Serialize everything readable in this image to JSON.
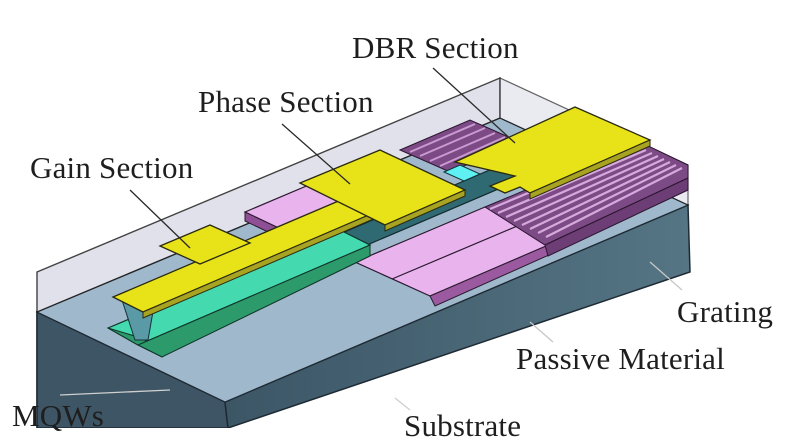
{
  "diagram": {
    "type": "3d-device-schematic",
    "subject": "DBR laser structure",
    "labels": {
      "dbr_section": "DBR Section",
      "phase_section": "Phase Section",
      "gain_section": "Gain Section",
      "grating": "Grating",
      "passive_material": "Passive Material",
      "mqws": "MQWs",
      "substrate": "Substrate"
    },
    "colors": {
      "electrode": "#e8e219",
      "electrode_edge": "#a8a320",
      "passive_material": "#e9b3ee",
      "passive_side": "#9b5aa0",
      "grating": "#7c4a85",
      "grating_light": "#c79ad0",
      "waveguide_dark": "#2f6a72",
      "mqw_green": "#45d9b0",
      "mqw_side": "#2c9a6a",
      "isolation_cyan": "#5ef0f2",
      "substrate_front": "#3e5866",
      "substrate_side": "#4f6d7c",
      "cladding_top": "#9fb8cc",
      "transparent_cladding": "#d6d7e6"
    }
  }
}
